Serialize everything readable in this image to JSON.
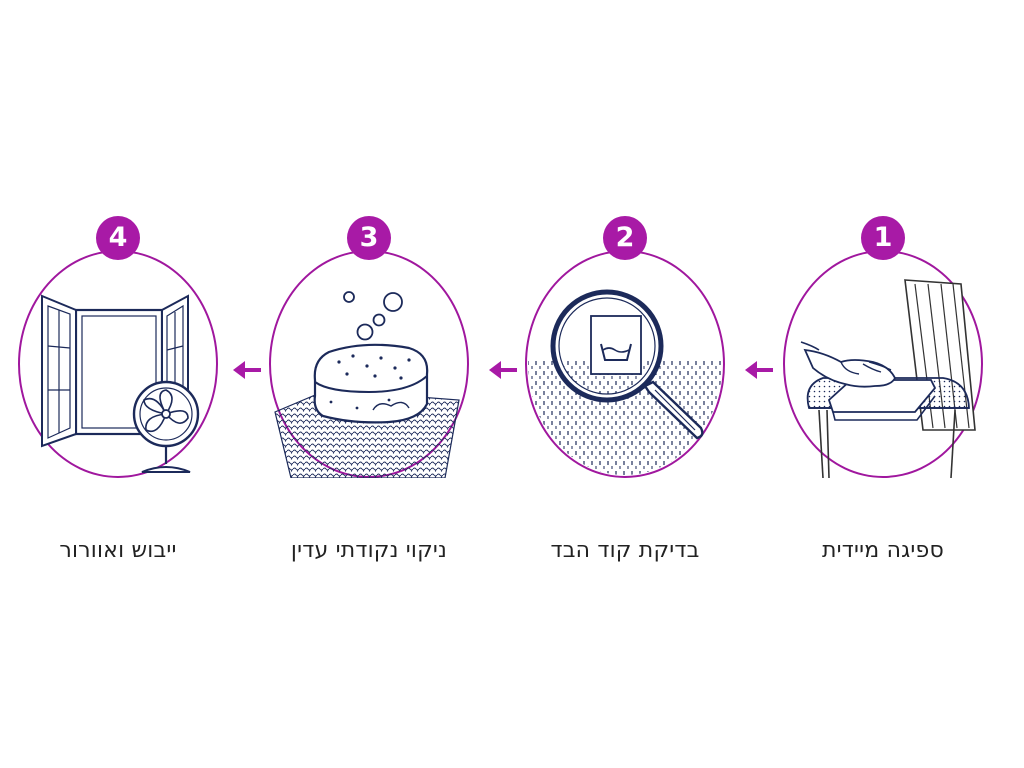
{
  "colors": {
    "accent": "#a81aa6",
    "ring": "#a0179e",
    "line": "#1c2a5a",
    "text": "#222222"
  },
  "steps": [
    {
      "number": "1",
      "label": "ספיגה מיידית",
      "icon": "hand-on-chair-icon"
    },
    {
      "number": "2",
      "label": "בדיקת קוד הבד",
      "icon": "magnifier-care-label-icon"
    },
    {
      "number": "3",
      "label": "ניקוי נקודתי עדין",
      "icon": "sponge-icon"
    },
    {
      "number": "4",
      "label": "ייבוש ואוורור",
      "icon": "window-fan-icon"
    }
  ],
  "arrows": [
    "arrow-left-icon",
    "arrow-left-icon",
    "arrow-left-icon"
  ]
}
